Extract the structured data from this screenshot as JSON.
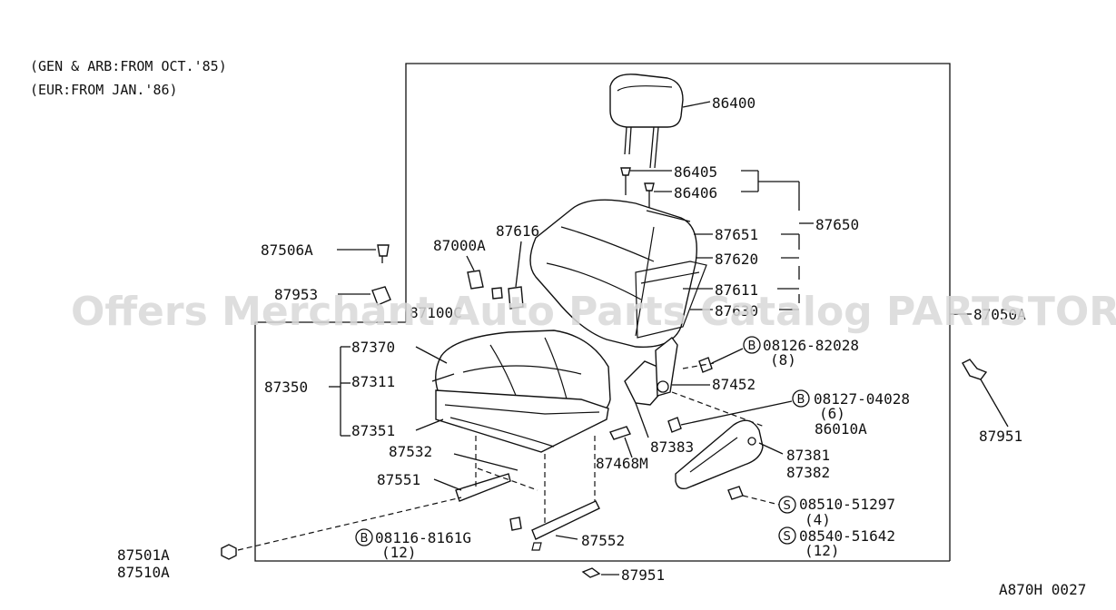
{
  "notes": [
    "(GEN & ARB:FROM OCT.'85)",
    "(EUR:FROM JAN.'86)"
  ],
  "watermark": "Offers Merchant Auto Parts Catalog PARTSTORE.SA",
  "figure_code": "A870H 0027",
  "labels": {
    "p86400": "86400",
    "p86405": "86405",
    "p86406": "86406",
    "p87650": "87650",
    "p87651": "87651",
    "p87620": "87620",
    "p87611": "87611",
    "p87630": "87630",
    "p87616": "87616",
    "p87000A": "87000A",
    "p87100C": "87100C",
    "p87050A": "87050A",
    "p87506A": "87506A",
    "p87953": "87953",
    "p87370": "87370",
    "p87350": "87350",
    "p87311": "87311",
    "p87351": "87351",
    "p87532": "87532",
    "p87551": "87551",
    "p87501A": "87501A",
    "p87510A": "87510A",
    "p08116": "08116-8161G",
    "p08116q": "(12)",
    "p87552": "87552",
    "p87951b": "87951",
    "p87468M": "87468M",
    "p87383": "87383",
    "p87452": "87452",
    "p08126": "08126-82028",
    "p08126q": "(8)",
    "p08127": "08127-04028",
    "p08127q": "(6)",
    "p86010A": "86010A",
    "p87381": "87381",
    "p87382": "87382",
    "p08510": "08510-51297",
    "p08510q": "(4)",
    "p08540": "08540-51642",
    "p08540q": "(12)",
    "p87951r": "87951"
  },
  "badges": {
    "b1": "B",
    "b2": "B",
    "b3": "B",
    "s1": "S",
    "s2": "S"
  }
}
